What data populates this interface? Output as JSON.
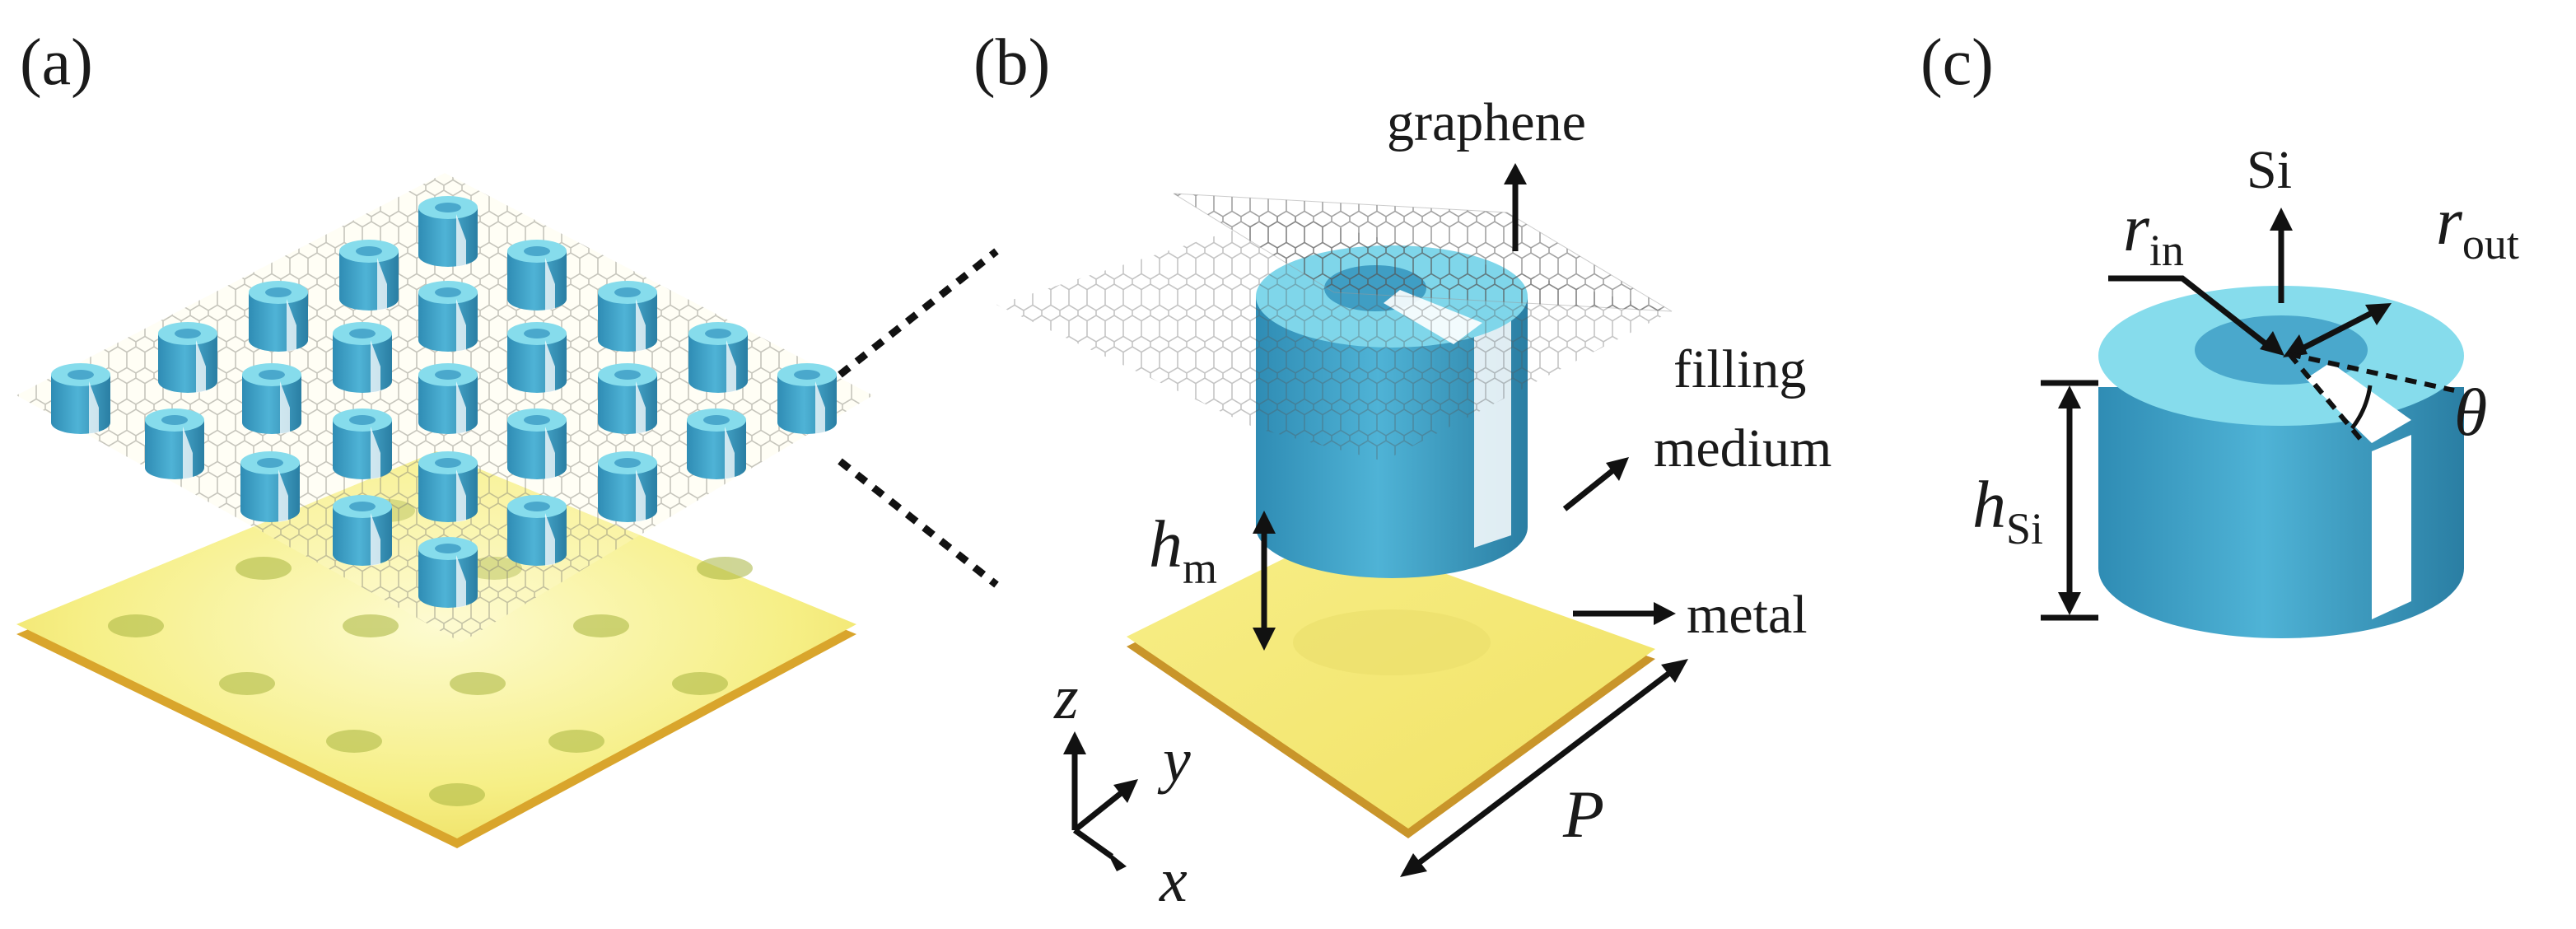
{
  "panels": {
    "a": {
      "label": "(a)"
    },
    "b": {
      "label": "(b)",
      "graphene": "graphene",
      "filling_line1": "filling",
      "filling_line2": "medium",
      "metal": "metal",
      "hm_symbol": "h",
      "hm_sub": "m",
      "period": "P",
      "axis_x": "x",
      "axis_y": "y",
      "axis_z": "z"
    },
    "c": {
      "label": "(c)",
      "si": "Si",
      "rin_symbol": "r",
      "rin_sub": "in",
      "rout_symbol": "r",
      "rout_sub": "out",
      "hsi_symbol": "h",
      "hsi_sub": "Si",
      "theta": "θ"
    }
  },
  "colors": {
    "gold": "#f2e25e",
    "gold_light": "#fbf6a8",
    "gold_edge": "#d3a62a",
    "dot": "#9fae3a",
    "cyl_top": "#7fd9ea",
    "cyl_side": "#3f9fc4",
    "cyl_dark": "#2a7ea3",
    "cyl_inner": "#56b6d7",
    "line": "#111111"
  }
}
